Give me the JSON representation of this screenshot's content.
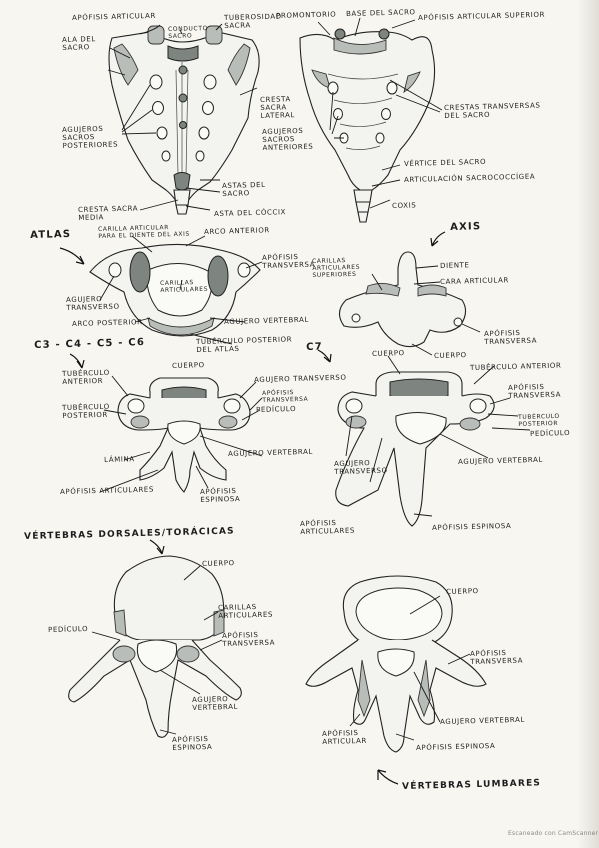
{
  "sacrum_posterior": {
    "apofisis_articular": "APÓFISIS ARTICULAR",
    "conducto_sacro": "CONDUCTO\nSACRO",
    "tuberosidad_sacra": "TUBEROSIDAD\nSACRA",
    "ala_del_sacro": "ALA DEL\nSACRO",
    "cresta_sacra_lateral": "CRESTA\nSACRA\nLATERAL",
    "agujeros_sacros_posteriores": "AGUJEROS\nSACROS\nPOSTERIORES",
    "astas_del_sacro": "ASTAS DEL\nSACRO",
    "cresta_sacra_media": "CRESTA SACRA\nMEDIA",
    "asta_del_coccix": "ASTA DEL CÓCCIX"
  },
  "sacrum_anterior": {
    "promontorio": "PROMONTORIO",
    "base_del_sacro": "BASE DEL SACRO",
    "apofisis_articular_superior": "APÓFISIS ARTICULAR SUPERIOR",
    "crestas_transversas": "CRESTAS TRANSVERSAS\nDEL SACRO",
    "agujeros_sacros_anteriores": "AGUJEROS\nSACROS\nANTERIORES",
    "vertice_del_sacro": "VÉRTICE DEL SACRO",
    "articulacion_sacrococcigea": "ARTICULACIÓN SACROCOCCÍGEA",
    "coxis": "COXIS"
  },
  "atlas": {
    "title": "ATLAS",
    "carilla_diente_axis": "CARILLA ARTICULAR\npara el DIENTE del AXIS",
    "arco_anterior": "ARCO ANTERIOR",
    "apofisis_transversa": "APÓFISIS\nTRANSVERSA",
    "carillas_articulares": "CARILLAS\nARTICULARES",
    "agujero_transverso": "AGUJERO\nTRANSVERSO",
    "arco_posterior": "ARCO POSTERIOR",
    "agujero_vertebral": "AGUJERO VERTEBRAL",
    "tuberculo_posterior": "TUBÉRCULO POSTERIOR\nDEL ATLAS"
  },
  "axis": {
    "title": "AXIS",
    "diente": "DIENTE",
    "cara_articular": "CARA ARTICULAR",
    "carillas_articulares_superiores": "CARILLAS\nARTICULARES\nSUPERIORES",
    "apofisis_transversa": "APÓFISIS\nTRANSVERSA",
    "cuerpo": "CUERPO"
  },
  "c3_c6": {
    "title": "C3 - C4 - C5 - C6",
    "cuerpo": "CUERPO",
    "tuberculo_anterior": "TUBÉRCULO\nANTERIOR",
    "agujero_transverso": "AGUJERO TRANSVERSO",
    "apofisis_transversa": "APÓFISIS\nTRANSVERSA",
    "pediculo": "PEDÍCULO",
    "tuberculo_posterior": "TUBÉRCULO\nPOSTERIOR",
    "agujero_vertebral": "AGUJERO VERTEBRAL",
    "lamina": "LÁMINA",
    "apofisis_articulares": "APÓFISIS ARTICULARES",
    "apofisis_espinosa": "APÓFISIS\nESPINOSA"
  },
  "c7": {
    "title": "C7",
    "cuerpo": "CUERPO",
    "tuberculo_anterior": "TUBÉRCULO ANTERIOR",
    "apofisis_transversa": "APÓFISIS\nTRANSVERSA",
    "tuberculo_posterior": "TUBÉRCULO\nPOSTERIOR",
    "pediculo": "PEDÍCULO",
    "agujero_transverso": "AGUJERO\nTRANSVERSO",
    "agujero_vertebral": "AGUJERO VERTEBRAL",
    "apofisis_articulares": "APÓFISIS\nARTICULARES",
    "apofisis_espinosa": "APÓFISIS ESPINOSA"
  },
  "dorsal": {
    "title": "VÉRTEBRAS DORSALES/TORÁCICAS",
    "cuerpo": "CUERPO",
    "carillas_articulares": "CARILLAS\nARTICULARES",
    "pediculo": "PEDÍCULO",
    "apofisis_transversa": "APÓFISIS\nTRANSVERSA",
    "agujero_vertebral": "AGUJERO\nVERTEBRAL",
    "apofisis_espinosa": "APÓFISIS\nESPINOSA"
  },
  "lumbar": {
    "title": "VÉRTEBRAS LUMBARES",
    "cuerpo": "CUERPO",
    "apofisis_transversa": "APÓFISIS\nTRANSVERSA",
    "agujero_vertebral": "AGUJERO VERTEBRAL",
    "apofisis_articular": "APÓFISIS\nARTICULAR",
    "apofisis_espinosa": "APÓFISIS ESPINOSA"
  },
  "watermark": "Escaneado con CamScanner"
}
